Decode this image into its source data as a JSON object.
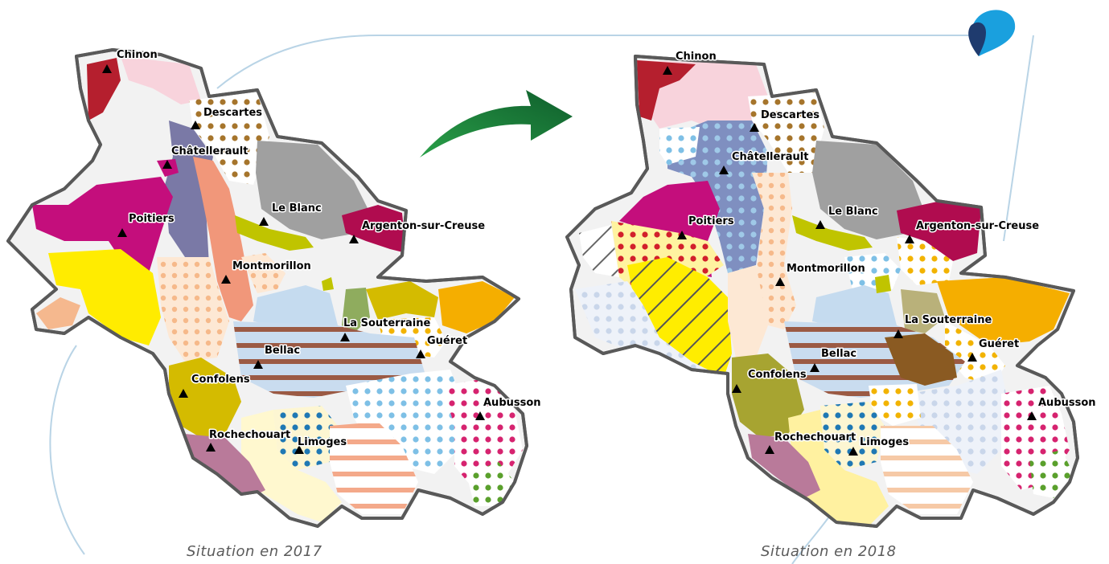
{
  "colors": {
    "frame_line": "#b9d4e6",
    "arrow_green_dark": "#0f5e2c",
    "arrow_green_light": "#2aa049",
    "logo_dark": "#1f3b6e",
    "logo_light": "#1aa0de",
    "region_border": "#595959",
    "marker": "#000000"
  },
  "maps": [
    {
      "caption": "Situation en 2017",
      "cities": [
        {
          "name": "Chinon"
        },
        {
          "name": "Descartes"
        },
        {
          "name": "Châtellerault"
        },
        {
          "name": "Le Blanc"
        },
        {
          "name": "Argenton-sur-Creuse"
        },
        {
          "name": "Poitiers"
        },
        {
          "name": "Montmorillon"
        },
        {
          "name": "La Souterraine"
        },
        {
          "name": "Guéret"
        },
        {
          "name": "Bellac"
        },
        {
          "name": "Confolens"
        },
        {
          "name": "Aubusson"
        },
        {
          "name": "Rochechouart"
        },
        {
          "name": "Limoges"
        }
      ]
    },
    {
      "caption": "Situation en 2018",
      "cities": [
        {
          "name": "Chinon"
        },
        {
          "name": "Descartes"
        },
        {
          "name": "Châtellerault"
        },
        {
          "name": "Le Blanc"
        },
        {
          "name": "Argenton-sur-Creuse"
        },
        {
          "name": "Poitiers"
        },
        {
          "name": "Montmorillon"
        },
        {
          "name": "La Souterraine"
        },
        {
          "name": "Guéret"
        },
        {
          "name": "Bellac"
        },
        {
          "name": "Confolens"
        },
        {
          "name": "Aubusson"
        },
        {
          "name": "Rochechouart"
        },
        {
          "name": "Limoges"
        }
      ]
    }
  ]
}
